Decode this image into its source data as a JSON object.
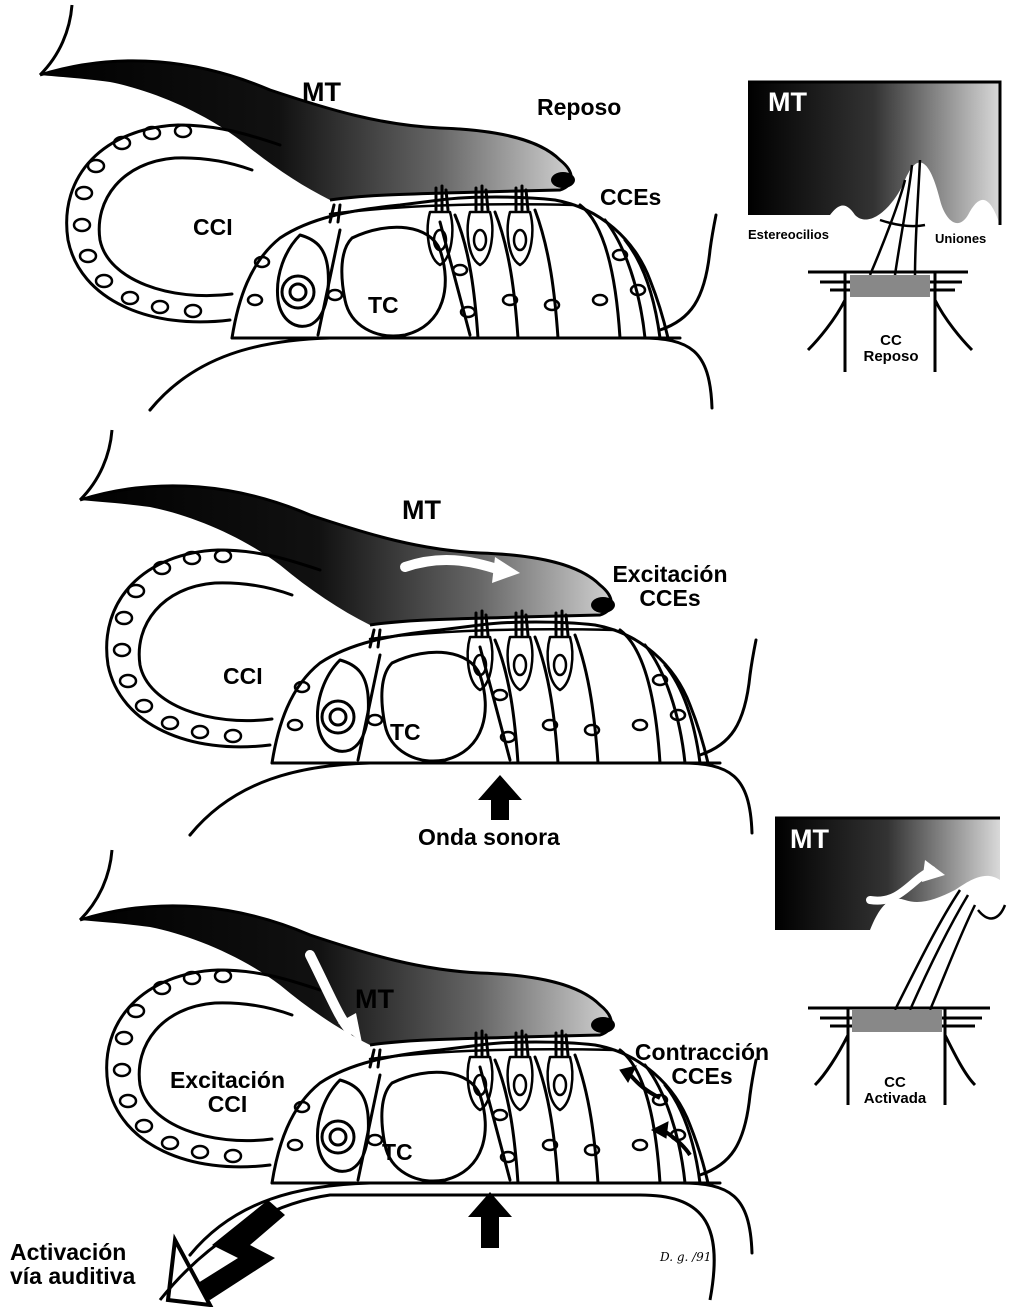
{
  "panels": {
    "top": {
      "mt": "MT",
      "state": "Reposo",
      "cces": "CCEs",
      "cci": "CCI",
      "tc": "TC"
    },
    "middle": {
      "mt": "MT",
      "state_line1": "Excitación",
      "state_line2": "CCEs",
      "cci": "CCI",
      "tc": "TC",
      "arrow_label": "Onda sonora"
    },
    "bottom": {
      "mt": "MT",
      "excit_line1": "Excitación",
      "excit_line2": "CCI",
      "contr_line1": "Contracción",
      "contr_line2": "CCEs",
      "tc": "TC",
      "pathway_line1": "Activación",
      "pathway_line2": "vía auditiva"
    }
  },
  "insets": {
    "rest": {
      "mt": "MT",
      "stereocilia": "Estereocilios",
      "junctions": "Uniones",
      "cell_line1": "CC",
      "cell_line2": "Reposo"
    },
    "active": {
      "mt": "MT",
      "cell_line1": "CC",
      "cell_line2": "Activada"
    }
  },
  "signature": "D. g. /91",
  "colors": {
    "ink": "#000000",
    "paper": "#ffffff",
    "shade": "#777777"
  }
}
